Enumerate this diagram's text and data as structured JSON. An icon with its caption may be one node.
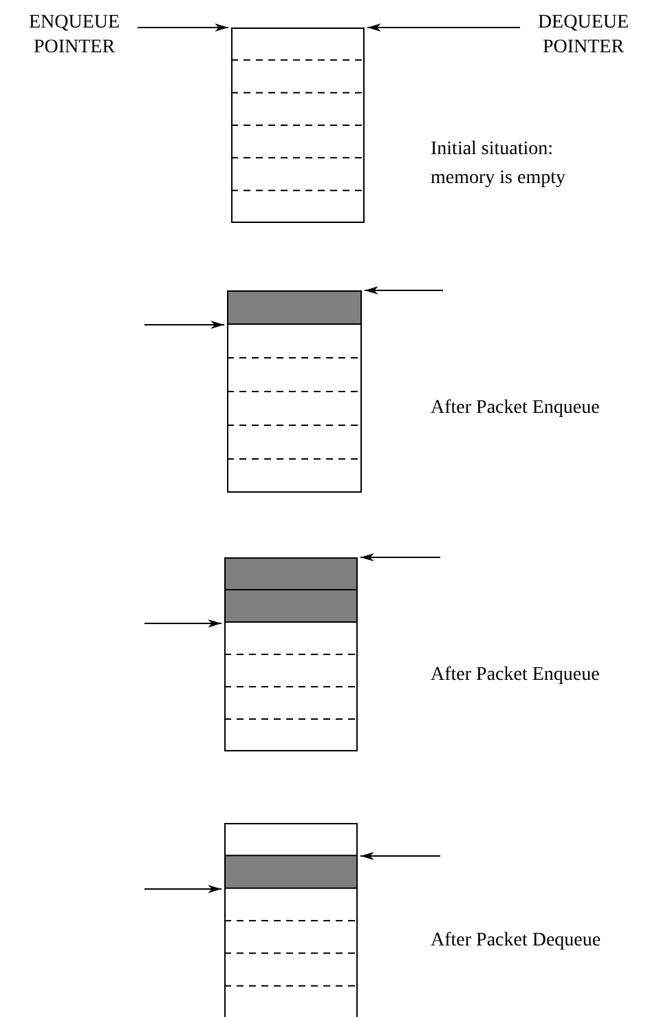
{
  "diagram": {
    "nodes": [
      {
        "text": [
          "ENQUEUE POINTER"
        ]
      },
      {
        "text": [
          "DEQUEUE POINTER"
        ]
      },
      {
        "text": [],
        "shape": "box",
        "beside": [
          "Initial situation: memory is empty"
        ]
      },
      {
        "text": [],
        "shape": "box",
        "beside": [
          "After Packet Enqueue"
        ]
      },
      {
        "text": [],
        "shape": "box",
        "beside": [
          "After Packet Enqueue"
        ]
      },
      {
        "text": [],
        "shape": "box",
        "beside": [
          "After Packet Dequeue"
        ]
      }
    ],
    "edges": [
      {
        "from": 0,
        "to": 2,
        "arrow": "to"
      },
      {
        "from": 1,
        "to": 2,
        "arrow": "to"
      },
      {
        "from": null,
        "to": 3,
        "arrow": "to"
      },
      {
        "from": null,
        "to": 3,
        "arrow": "to"
      },
      {
        "from": null,
        "to": 4,
        "arrow": "to"
      },
      {
        "from": null,
        "to": 4,
        "arrow": "to"
      },
      {
        "from": null,
        "to": 5,
        "arrow": "to"
      },
      {
        "from": null,
        "to": 5,
        "arrow": "to"
      }
    ]
  }
}
